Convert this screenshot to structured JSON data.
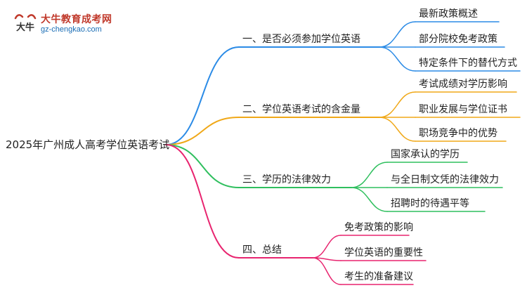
{
  "logo": {
    "glyph": "大牛",
    "title": "大牛教育成考网",
    "url": "gz-chengkao.com"
  },
  "root": "2025年广州成人高考学位英语考试",
  "branches": [
    {
      "label": "一、是否必须参加学位英语",
      "color": "#2b8be6",
      "children": [
        "最新政策概述",
        "部分院校免考政策",
        "特定条件下的替代方式"
      ]
    },
    {
      "label": "二、学位英语考试的含金量",
      "color": "#f0a818",
      "children": [
        "考试成绩对学历影响",
        "职业发展与学位证书",
        "职场竞争中的优势"
      ]
    },
    {
      "label": "三、学历的法律效力",
      "color": "#2fbf5e",
      "children": [
        "国家承认的学历",
        "与全日制文凭的法律效力",
        "招聘时的待遇平等"
      ]
    },
    {
      "label": "四、总结",
      "color": "#e8246f",
      "children": [
        "免考政策的影响",
        "学位英语的重要性",
        "考生的准备建议"
      ]
    }
  ]
}
